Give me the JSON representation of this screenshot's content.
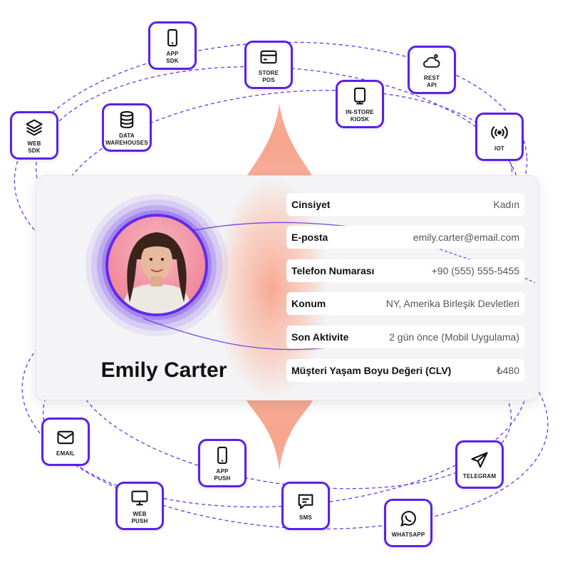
{
  "profile": {
    "name": "Emily Carter",
    "fields": [
      {
        "key": "Cinsiyet",
        "value": "Kadın"
      },
      {
        "key": "E-posta",
        "value": "emily.carter@email.com"
      },
      {
        "key": "Telefon Numarası",
        "value": "+90 (555) 555-5455"
      },
      {
        "key": "Konum",
        "value": "NY, Amerika Birleşik Devletleri"
      },
      {
        "key": "Son Aktivite",
        "value": "2 gün önce (Mobil Uygulama)"
      },
      {
        "key": "Müşteri Yaşam Boyu Değeri (CLV)",
        "value": "₺480"
      }
    ]
  },
  "sources": [
    {
      "label": "APP\nSDK",
      "icon": "smartphone-icon"
    },
    {
      "label": "STORE\nPOS",
      "icon": "credit-card-icon"
    },
    {
      "label": "REST\nAPI",
      "icon": "cloud-gear-icon"
    },
    {
      "label": "WEB\nSDK",
      "icon": "layers-icon"
    },
    {
      "label": "DATA\nWAREHOUSES",
      "icon": "database-icon"
    },
    {
      "label": "IN-STORE\nKIOSK",
      "icon": "kiosk-icon"
    },
    {
      "label": "IOT",
      "icon": "wireless-signal-icon"
    }
  ],
  "channels": [
    {
      "label": "EMAIL",
      "icon": "envelope-icon"
    },
    {
      "label": "APP\nPUSH",
      "icon": "smartphone-icon"
    },
    {
      "label": "TELEGRAM",
      "icon": "paper-plane-icon"
    },
    {
      "label": "WEB\nPUSH",
      "icon": "monitor-icon"
    },
    {
      "label": "SMS",
      "icon": "chat-bubble-icon"
    },
    {
      "label": "WHATSAPP",
      "icon": "whatsapp-icon"
    }
  ],
  "colors": {
    "accent": "#5B21E8",
    "beam": "#F7A48C",
    "card": "#F4F4F6",
    "avatar_bg": "#F18EA0"
  }
}
